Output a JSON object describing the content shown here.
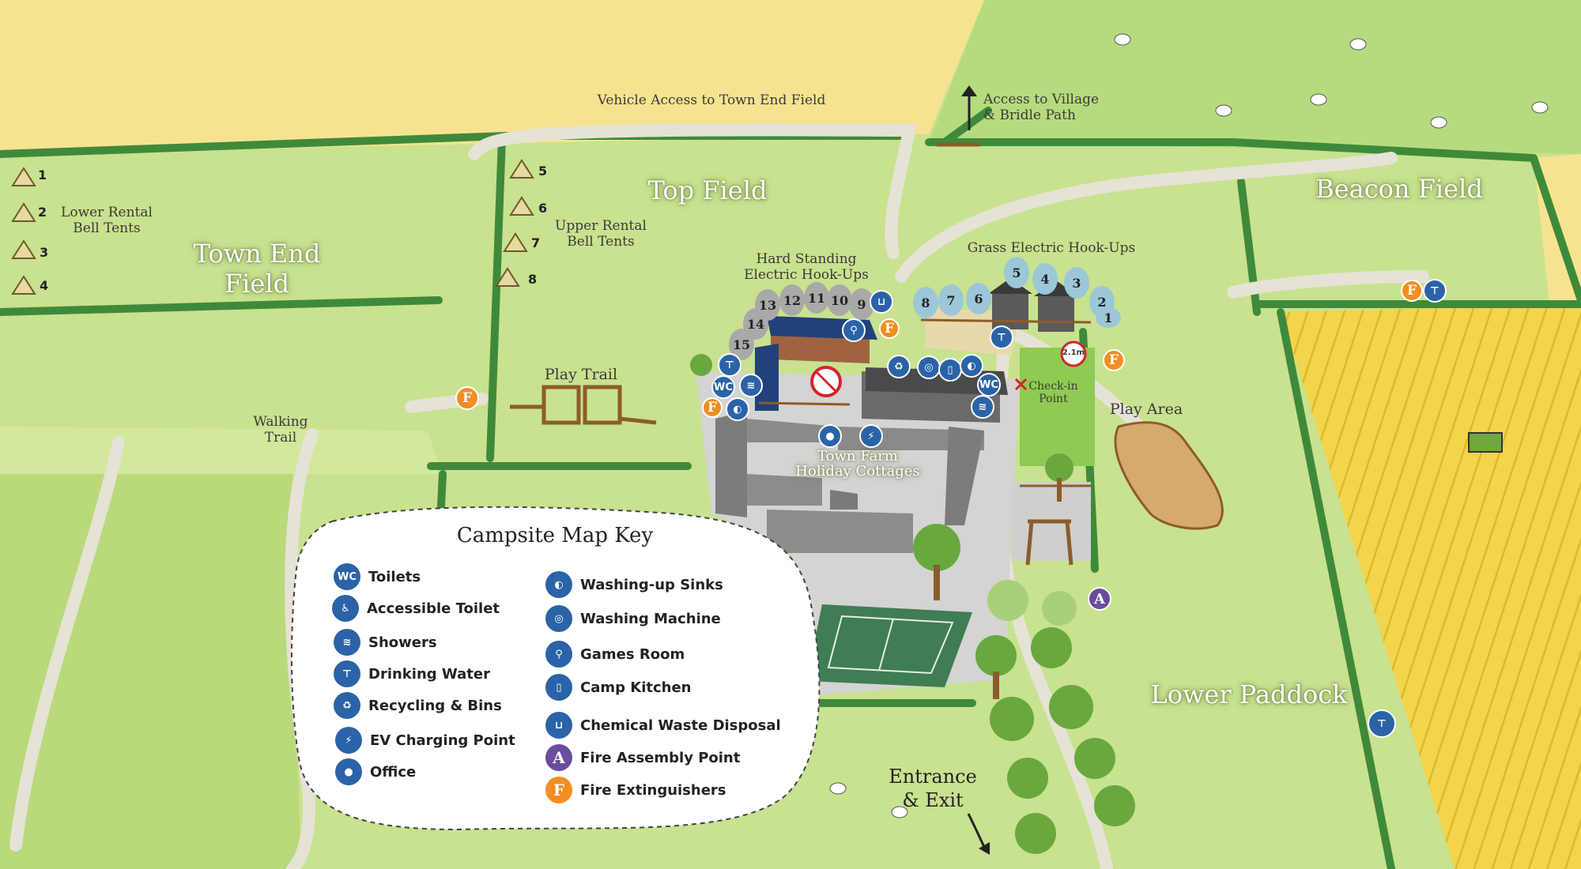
{
  "fields": {
    "town_end": "Town End\nField",
    "top": "Top Field",
    "beacon": "Beacon Field",
    "lower_paddock": "Lower Paddock"
  },
  "labels": {
    "vehicle_access": "Vehicle Access to Town End Field",
    "access_village": "Access to Village\n& Bridle Path",
    "lower_rental": "Lower Rental\nBell Tents",
    "upper_rental": "Upper Rental\nBell Tents",
    "hard_standing": "Hard Standing\nElectric Hook-Ups",
    "grass_electric": "Grass Electric Hook-Ups",
    "play_trail": "Play Trail",
    "walking_trail": "Walking\nTrail",
    "check_in": "Check-in\nPoint",
    "play_area": "Play Area",
    "cottages": "Town Farm\nHoliday Cottages",
    "entrance": "Entrance\n& Exit",
    "height_limit": "2.1m"
  },
  "tent_numbers": [
    "1",
    "2",
    "3",
    "4",
    "5",
    "6",
    "7",
    "8"
  ],
  "hard_pitches": [
    "13",
    "12",
    "11",
    "10",
    "9",
    "14",
    "15"
  ],
  "grass_pitches": [
    "8",
    "7",
    "6",
    "5",
    "4",
    "3",
    "2",
    "1"
  ],
  "icon_glyphs": {
    "toilets": "WC",
    "accessible": "♿",
    "showers": "≋",
    "water": "⊤",
    "recycling": "♻",
    "ev": "⚡",
    "office": "●",
    "sinks": "◐",
    "washing": "◎",
    "games": "⚲",
    "kitchen": "▯",
    "chemical": "⊔",
    "assembly": "A",
    "extinguisher": "F"
  },
  "key": {
    "title": "Campsite Map Key",
    "items": [
      {
        "icon": "toilets",
        "label": "Toilets"
      },
      {
        "icon": "accessible",
        "label": "Accessible Toilet"
      },
      {
        "icon": "showers",
        "label": "Showers"
      },
      {
        "icon": "water",
        "label": "Drinking Water"
      },
      {
        "icon": "recycling",
        "label": "Recycling & Bins"
      },
      {
        "icon": "ev",
        "label": "EV Charging Point"
      },
      {
        "icon": "office",
        "label": "Office"
      },
      {
        "icon": "sinks",
        "label": "Washing-up Sinks"
      },
      {
        "icon": "washing",
        "label": "Washing Machine"
      },
      {
        "icon": "games",
        "label": "Games Room"
      },
      {
        "icon": "kitchen",
        "label": "Camp Kitchen"
      },
      {
        "icon": "chemical",
        "label": "Chemical Waste Disposal"
      },
      {
        "icon": "assembly",
        "label": "Fire Assembly Point"
      },
      {
        "icon": "extinguisher",
        "label": "Fire Extinguishers"
      }
    ]
  },
  "colors": {
    "field_green": "#c8e28f",
    "hay": "#f6e391",
    "crop": "#f2d54a",
    "hedge": "#3f8a3a",
    "path": "#e6e2d6",
    "icon_blue": "#2b63a8",
    "icon_orange": "#f28e22",
    "icon_purple": "#6a4c9c"
  }
}
